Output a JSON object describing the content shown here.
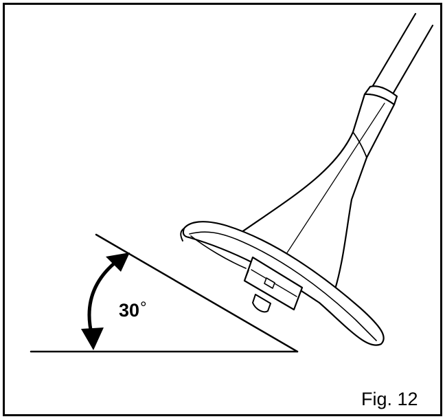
{
  "figure": {
    "angle_value": "30",
    "angle_unit": "°",
    "caption": "Fig. 12"
  },
  "illustration": {
    "subject": "string-trimmer-head-tilted",
    "line_color": "#000000",
    "background_color": "#ffffff"
  }
}
